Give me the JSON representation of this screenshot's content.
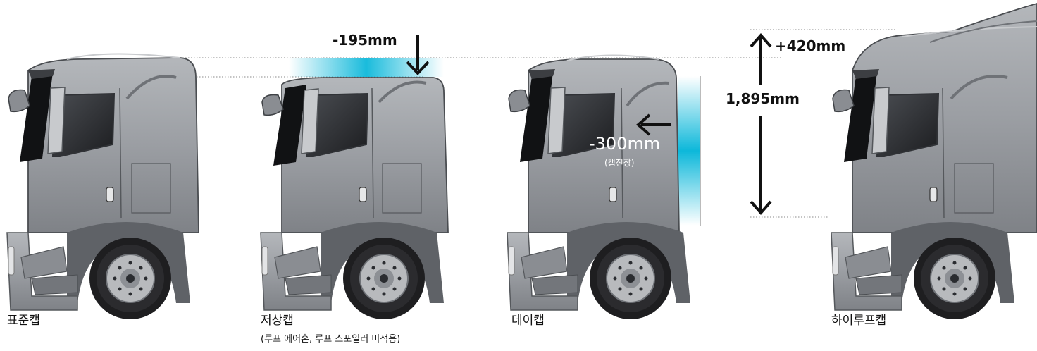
{
  "cabs": [
    {
      "name": "표준캡",
      "note": ""
    },
    {
      "name": "저상캡",
      "note": "(루프 에어혼, 루프 스포일러 미적용)"
    },
    {
      "name": "데이캡",
      "note": ""
    },
    {
      "name": "하이루프캡",
      "note": ""
    }
  ],
  "dimensions": {
    "low_roof_height": "-195mm",
    "day_cab_length": "-300mm",
    "day_cab_length_note": "(캡전장)",
    "high_roof_extra": "+420mm",
    "high_roof_total": "1,895mm"
  },
  "colors": {
    "cab_body": "#9a9da2",
    "cab_dark": "#6f7277",
    "glass": "#2a2c30",
    "highlight_gradient": "#00b4d8",
    "tire": "#1e1e20",
    "hub": "#b8babd",
    "guide_line": "#888888"
  }
}
